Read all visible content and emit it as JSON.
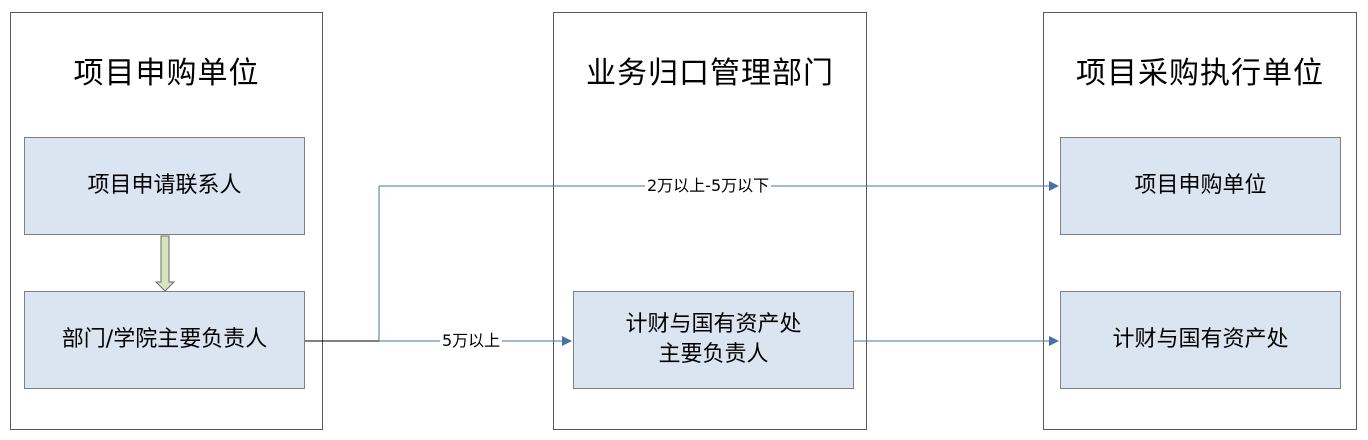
{
  "lanes": {
    "applicant": {
      "title": "项目申购单位"
    },
    "management": {
      "title": "业务归口管理部门"
    },
    "executor": {
      "title": "项目采购执行单位"
    }
  },
  "nodes": {
    "contact": "项目申请联系人",
    "head": "部门/学院主要负责人",
    "finance_head_line1": "计财与国有资产处",
    "finance_head_line2": "主要负责人",
    "exec_applicant": "项目申购单位",
    "exec_finance": "计财与国有资产处"
  },
  "edges": {
    "mid_range": "2万以上-5万以下",
    "high_range": "5万以上"
  },
  "colors": {
    "box_fill": "#dbe5f1",
    "connector": "#4a70a8",
    "down_arrow_fill": "#d7e4bd"
  }
}
